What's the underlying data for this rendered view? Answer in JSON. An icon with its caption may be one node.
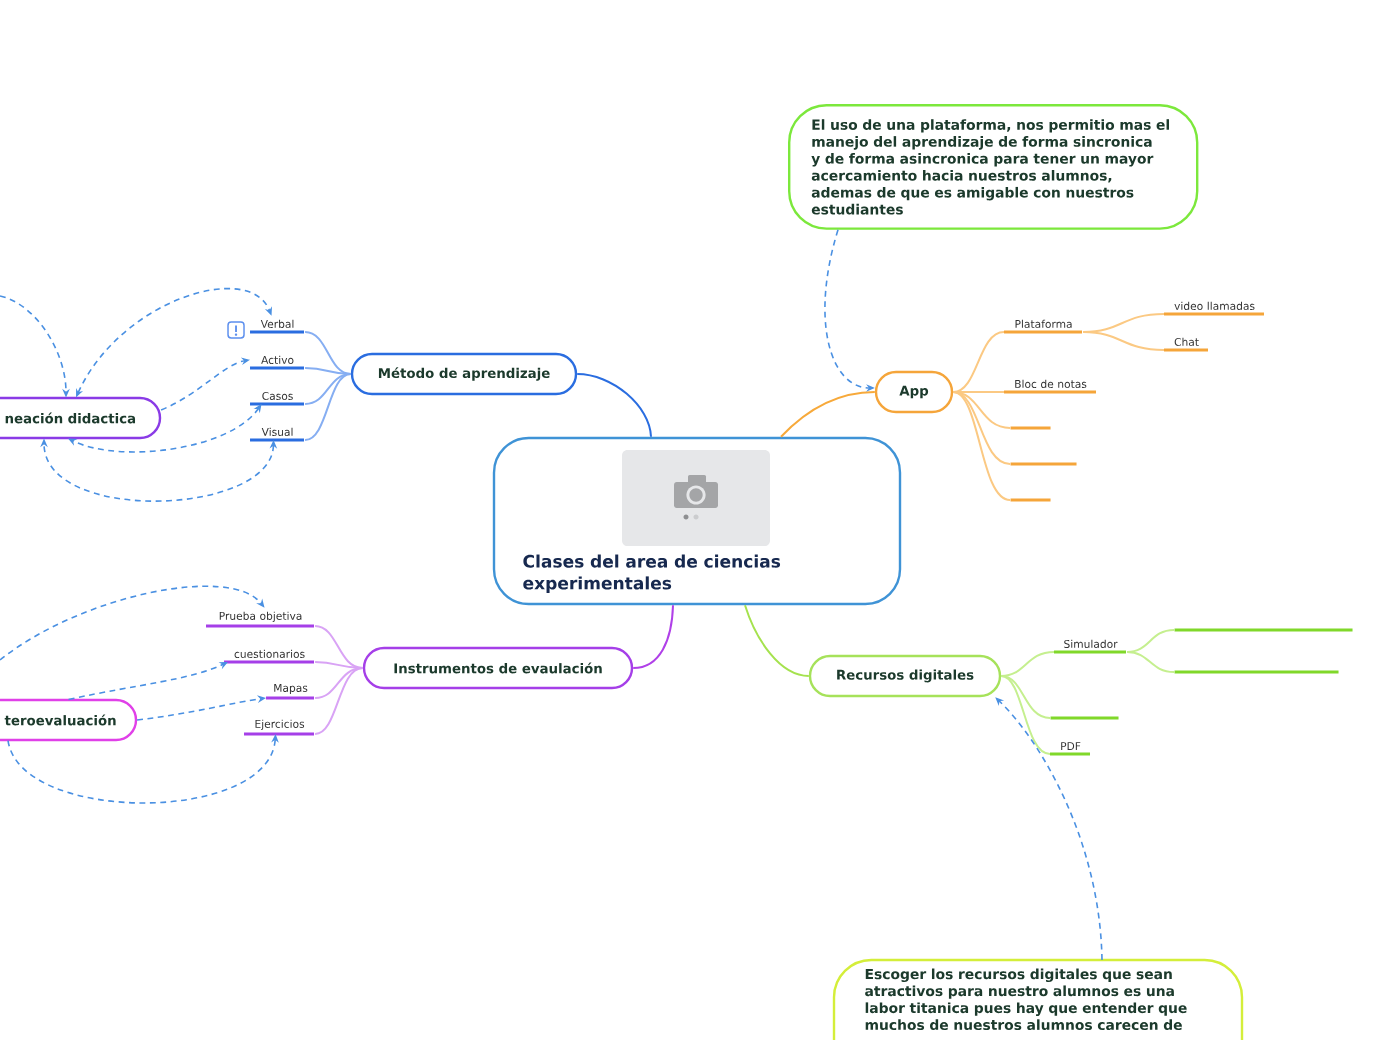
{
  "diagram": {
    "nodes": [
      {
        "text": [
          "Clases del area de ciencias experimentales"
        ]
      },
      {
        "text": [
          "Método de aprendizaje"
        ]
      },
      {
        "text": [
          "Verbal"
        ]
      },
      {
        "text": [
          "Activo"
        ]
      },
      {
        "text": [
          "Casos"
        ]
      },
      {
        "text": [
          "Visual"
        ]
      },
      {
        "text": [
          "neación didactica"
        ]
      },
      {
        "text": [
          "Instrumentos de evaulación"
        ]
      },
      {
        "text": [
          "Prueba objetiva"
        ]
      },
      {
        "text": [
          "cuestionarios"
        ]
      },
      {
        "text": [
          "Mapas"
        ]
      },
      {
        "text": [
          "Ejercicios"
        ]
      },
      {
        "text": [
          "teroevaluación"
        ]
      },
      {
        "text": [
          "El uso de una plataforma, nos permitio mas el manejo del aprendizaje de forma sincronica y de forma asincronica para tener un mayor acercamiento hacia nuestros alumnos, ademas de que es amigable con nuestros estudiantes"
        ]
      },
      {
        "text": [
          "App"
        ]
      },
      {
        "text": [
          "Plataforma"
        ]
      },
      {
        "text": [
          "video llamadas"
        ]
      },
      {
        "text": [
          "Chat"
        ]
      },
      {
        "text": [
          "Bloc de notas"
        ]
      },
      {
        "text": [],
        "shape": "bar"
      },
      {
        "text": [],
        "shape": "bar"
      },
      {
        "text": [],
        "shape": "bar"
      },
      {
        "text": [
          "Recursos digitales"
        ]
      },
      {
        "text": [
          "Simulador"
        ]
      },
      {
        "text": [],
        "shape": "bar"
      },
      {
        "text": [],
        "shape": "bar"
      },
      {
        "text": [],
        "shape": "bar"
      },
      {
        "text": [
          "PDF"
        ]
      },
      {
        "text": [
          "Escoger los recursos digitales que sean atractivos para nuestro alumnos es una labor titanica pues hay que entender que muchos de nuestros alumnos carecen de"
        ]
      }
    ],
    "edges": [
      {
        "from": 0,
        "to": 1,
        "arrow": "none",
        "color": "#2a6de0"
      },
      {
        "from": 1,
        "to": 2,
        "arrow": "none",
        "color": "#86aef2"
      },
      {
        "from": 1,
        "to": 3,
        "arrow": "none",
        "color": "#86aef2"
      },
      {
        "from": 1,
        "to": 4,
        "arrow": "none",
        "color": "#86aef2"
      },
      {
        "from": 1,
        "to": 5,
        "arrow": "none",
        "color": "#86aef2"
      },
      {
        "from": 0,
        "to": 7,
        "arrow": "none",
        "color": "#b040e8"
      },
      {
        "from": 7,
        "to": 8,
        "arrow": "none",
        "color": "#d9a3f5"
      },
      {
        "from": 7,
        "to": 9,
        "arrow": "none",
        "color": "#d9a3f5"
      },
      {
        "from": 7,
        "to": 10,
        "arrow": "none",
        "color": "#d9a3f5"
      },
      {
        "from": 7,
        "to": 11,
        "arrow": "none",
        "color": "#d9a3f5"
      },
      {
        "from": 0,
        "to": 14,
        "arrow": "none",
        "color": "#f7a93a"
      },
      {
        "from": 14,
        "to": 15,
        "arrow": "none",
        "color": "#fbc983"
      },
      {
        "from": 15,
        "to": 16,
        "arrow": "none",
        "color": "#fbc983"
      },
      {
        "from": 15,
        "to": 17,
        "arrow": "none",
        "color": "#fbc983"
      },
      {
        "from": 14,
        "to": 18,
        "arrow": "none",
        "color": "#fbc983"
      },
      {
        "from": 14,
        "to": 19,
        "arrow": "none",
        "color": "#fbc983"
      },
      {
        "from": 14,
        "to": 20,
        "arrow": "none",
        "color": "#fbc983"
      },
      {
        "from": 14,
        "to": 21,
        "arrow": "none",
        "color": "#fbc983"
      },
      {
        "from": 0,
        "to": 22,
        "arrow": "none",
        "color": "#a5e24e"
      },
      {
        "from": 22,
        "to": 23,
        "arrow": "none",
        "color": "#c5ef8f"
      },
      {
        "from": 23,
        "to": 24,
        "arrow": "none",
        "color": "#c5ef8f"
      },
      {
        "from": 23,
        "to": 25,
        "arrow": "none",
        "color": "#c5ef8f"
      },
      {
        "from": 22,
        "to": 26,
        "arrow": "none",
        "color": "#c5ef8f"
      },
      {
        "from": 22,
        "to": 27,
        "arrow": "none",
        "color": "#c5ef8f"
      },
      {
        "from": null,
        "to": 6,
        "arrow": "to",
        "style": "dashed"
      },
      {
        "from": 6,
        "to": 2,
        "arrow": "both",
        "style": "dashed"
      },
      {
        "from": 6,
        "to": 3,
        "arrow": "to",
        "style": "dashed"
      },
      {
        "from": 4,
        "to": 6,
        "arrow": "both",
        "style": "dashed"
      },
      {
        "from": 5,
        "to": 6,
        "arrow": "both",
        "style": "dashed"
      },
      {
        "from": null,
        "to": 8,
        "arrow": "to",
        "style": "dashed"
      },
      {
        "from": 12,
        "to": 9,
        "arrow": "to",
        "style": "dashed"
      },
      {
        "from": 12,
        "to": 10,
        "arrow": "to",
        "style": "dashed"
      },
      {
        "from": 12,
        "to": 11,
        "arrow": "to",
        "style": "dashed"
      },
      {
        "from": 13,
        "to": 14,
        "arrow": "to",
        "style": "dashed"
      },
      {
        "from": 28,
        "to": 22,
        "arrow": "to",
        "style": "dashed"
      }
    ]
  }
}
